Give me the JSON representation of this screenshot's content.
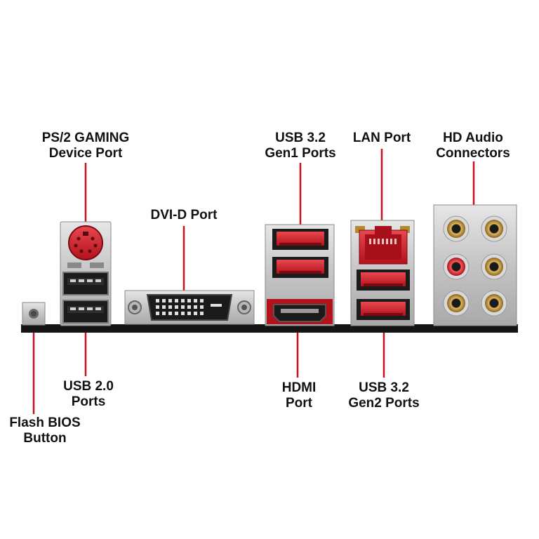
{
  "colors": {
    "accent_red": "#cc1f2b",
    "leader_line": "#c8101f",
    "label_text": "#111111",
    "baseline": "#141414",
    "metal": "#c9c9c9",
    "port_black": "#1b1b1b",
    "audio_gold": "#c79a3e"
  },
  "labels": {
    "ps2": {
      "line1": "PS/2 GAMING",
      "line2": "Device Port"
    },
    "dvi": {
      "line1": "DVI-D Port"
    },
    "usb32gen1": {
      "line1": "USB 3.2",
      "line2": "Gen1 Ports"
    },
    "lan": {
      "line1": "LAN Port"
    },
    "audio": {
      "line1": "HD Audio",
      "line2": "Connectors"
    },
    "usb20": {
      "line1": "USB 2.0",
      "line2": "Ports"
    },
    "hdmi": {
      "line1": "HDMI",
      "line2": "Port"
    },
    "usb32gen2": {
      "line1": "USB 3.2",
      "line2": "Gen2 Ports"
    },
    "flash": {
      "line1": "Flash BIOS",
      "line2": "Button"
    }
  }
}
